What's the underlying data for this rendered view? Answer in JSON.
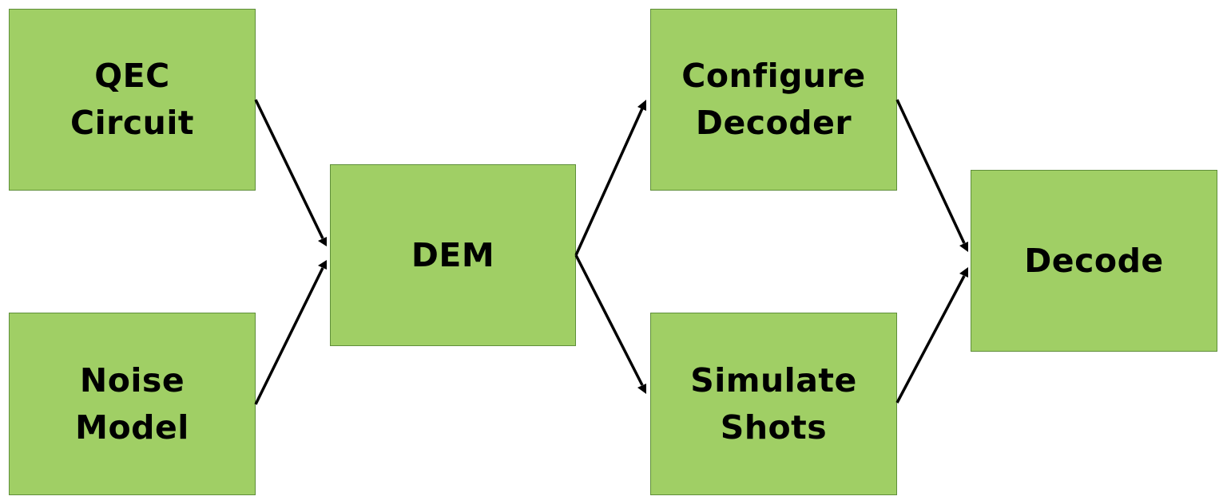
{
  "nodes": {
    "qec_circuit": {
      "lines": [
        "QEC",
        "Circuit"
      ]
    },
    "noise_model": {
      "lines": [
        "Noise",
        "Model"
      ]
    },
    "dem": {
      "lines": [
        "DEM"
      ]
    },
    "configure_decoder": {
      "lines": [
        "Configure",
        "Decoder"
      ]
    },
    "simulate_shots": {
      "lines": [
        "Simulate",
        "Shots"
      ]
    },
    "decode": {
      "lines": [
        "Decode"
      ]
    }
  },
  "edges": [
    {
      "from": "qec_circuit",
      "to": "dem"
    },
    {
      "from": "noise_model",
      "to": "dem"
    },
    {
      "from": "dem",
      "to": "configure_decoder"
    },
    {
      "from": "dem",
      "to": "simulate_shots"
    },
    {
      "from": "configure_decoder",
      "to": "decode"
    },
    {
      "from": "simulate_shots",
      "to": "decode"
    }
  ],
  "colors": {
    "node_fill": "#a0cf65",
    "node_border": "#5f8f3a",
    "text": "#000000",
    "arrow": "#000000"
  }
}
